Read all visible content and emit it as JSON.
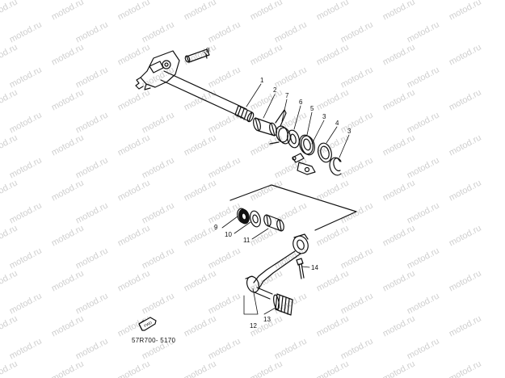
{
  "callouts": {
    "c1": "1",
    "c2": "2",
    "c3a": "3",
    "c3b": "3",
    "c4": "4",
    "c5": "5",
    "c6": "6",
    "c7": "7",
    "c8": "8",
    "c9": "9",
    "c10": "10",
    "c11": "11",
    "c12": "12",
    "c13": "13",
    "c14": "14"
  },
  "catalog_code": "57R700- 5170",
  "watermark": "motod.ru",
  "front_arrow_text": "FWD",
  "colors": {
    "line": "#111111",
    "watermark": "#cfcfcf",
    "background": "#ffffff"
  }
}
